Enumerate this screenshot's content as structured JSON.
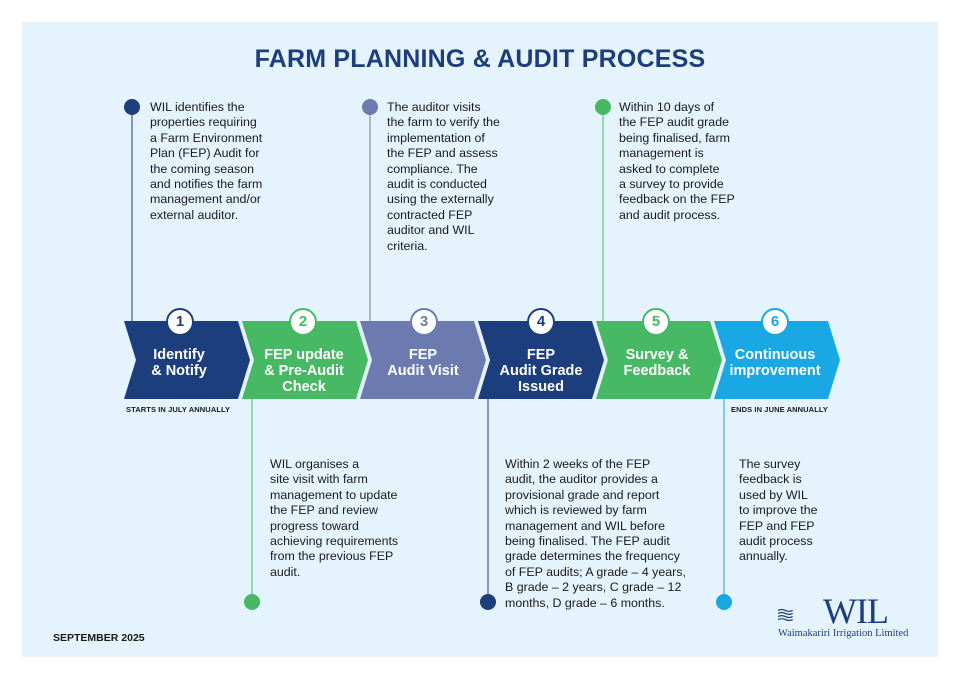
{
  "title": "FARM PLANNING & AUDIT PROCESS",
  "colors": {
    "navy": "#1d3e7c",
    "green": "#47b864",
    "slate": "#6b7bb0",
    "sky": "#1aa8e4",
    "background": "#e4f3fc"
  },
  "steps": [
    {
      "number": "1",
      "label_line1": "Identify",
      "label_line2": "& Notify",
      "label_line3": ""
    },
    {
      "number": "2",
      "label_line1": "FEP update",
      "label_line2": "& Pre-Audit",
      "label_line3": "Check"
    },
    {
      "number": "3",
      "label_line1": "FEP",
      "label_line2": "Audit Visit",
      "label_line3": ""
    },
    {
      "number": "4",
      "label_line1": "FEP",
      "label_line2": "Audit Grade",
      "label_line3": "Issued"
    },
    {
      "number": "5",
      "label_line1": "Survey &",
      "label_line2": "Feedback",
      "label_line3": ""
    },
    {
      "number": "6",
      "label_line1": "Continuous",
      "label_line2": "improvement",
      "label_line3": ""
    }
  ],
  "notes": {
    "step1": [
      "WIL identifies the",
      "properties requiring",
      "a Farm Environment",
      "Plan (FEP) Audit for",
      "the coming season",
      "and notifies the farm",
      "management and/or",
      "external auditor."
    ],
    "step2": [
      "WIL organises a",
      "site visit with farm",
      "management to update",
      "the FEP and review",
      "progress toward",
      "achieving requirements",
      "from the previous FEP",
      "audit."
    ],
    "step3": [
      "The auditor visits",
      "the farm to verify the",
      "implementation of",
      "the FEP and assess",
      "compliance. The",
      "audit is conducted",
      "using the externally",
      "contracted FEP",
      "auditor and WIL",
      "criteria."
    ],
    "step4": [
      "Within 2 weeks of the FEP",
      "audit, the auditor provides a",
      "provisional grade and report",
      "which is reviewed by farm",
      "management and WIL before",
      "being finalised. The FEP audit",
      "grade determines the frequency",
      "of FEP audits; A grade – 4 years,",
      "B grade – 2 years, C grade – 12",
      "months, D grade – 6 months."
    ],
    "step5": [
      "Within 10 days of",
      "the FEP audit grade",
      "being finalised, farm",
      "management is",
      "asked to complete",
      "a survey to provide",
      "feedback on the FEP",
      "and audit process."
    ],
    "step6": [
      "The survey",
      "feedback is",
      "used by WIL",
      "to improve the",
      "FEP and FEP",
      "audit process",
      "annually."
    ]
  },
  "starts_label": "STARTS IN JULY ANNUALLY",
  "ends_label": "ENDS IN JUNE ANNUALLY",
  "date": "SEPTEMBER 2025",
  "logo": {
    "name": "WIL",
    "subtitle": "Waimakariri Irrigation Limited"
  }
}
